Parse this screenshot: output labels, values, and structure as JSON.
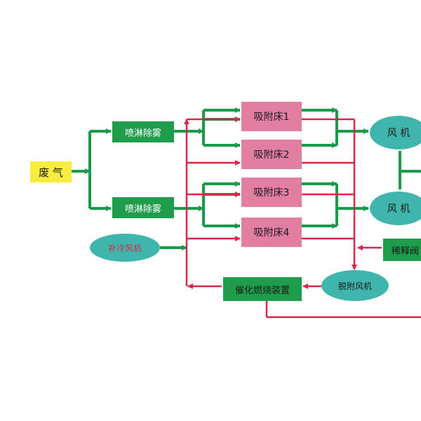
{
  "colors": {
    "green_arrow": "#1a9a4a",
    "red_arrow": "#d6284a",
    "green_box": "#1f9c4c",
    "pink_box": "#e27ea2",
    "yellow_box": "#f7ec3f",
    "teal_ellipse": "#3fb5ad",
    "fan_label_red": "#d6284a"
  },
  "nodes": {
    "waste_gas": "废 气",
    "spray_1": "喷淋除雾",
    "spray_2": "喷淋除雾",
    "bed_1": "吸附床1",
    "bed_2": "吸附床2",
    "bed_3": "吸附床3",
    "bed_4": "吸附床4",
    "fan_1": "风 机",
    "fan_2": "风 机",
    "cooling_fan": "补冷风机",
    "dilution_fan": "稀释阀",
    "catalytic": "催化燃烧装置",
    "desorption_fan": "脱附风机"
  }
}
